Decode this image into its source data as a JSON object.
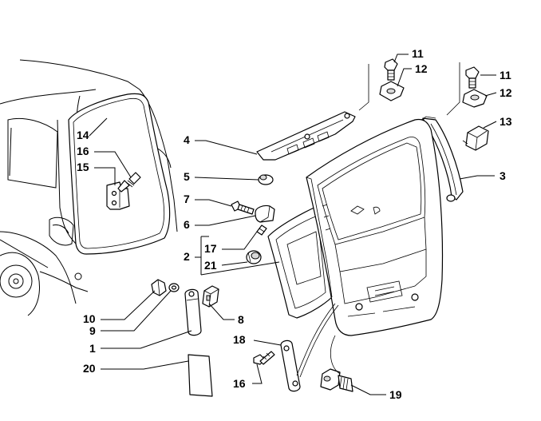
{
  "callouts": {
    "c1": "1",
    "c2": "2",
    "c3": "3",
    "c4": "4",
    "c5": "5",
    "c6": "6",
    "c7": "7",
    "c8": "8",
    "c9": "9",
    "c10": "10",
    "c11a": "11",
    "c12a": "12",
    "c11b": "11",
    "c12b": "12",
    "c13": "13",
    "c14": "14",
    "c15": "15",
    "c16a": "16",
    "c16b": "16",
    "c17": "17",
    "c18": "18",
    "c19": "19",
    "c20": "20",
    "c21": "21"
  }
}
